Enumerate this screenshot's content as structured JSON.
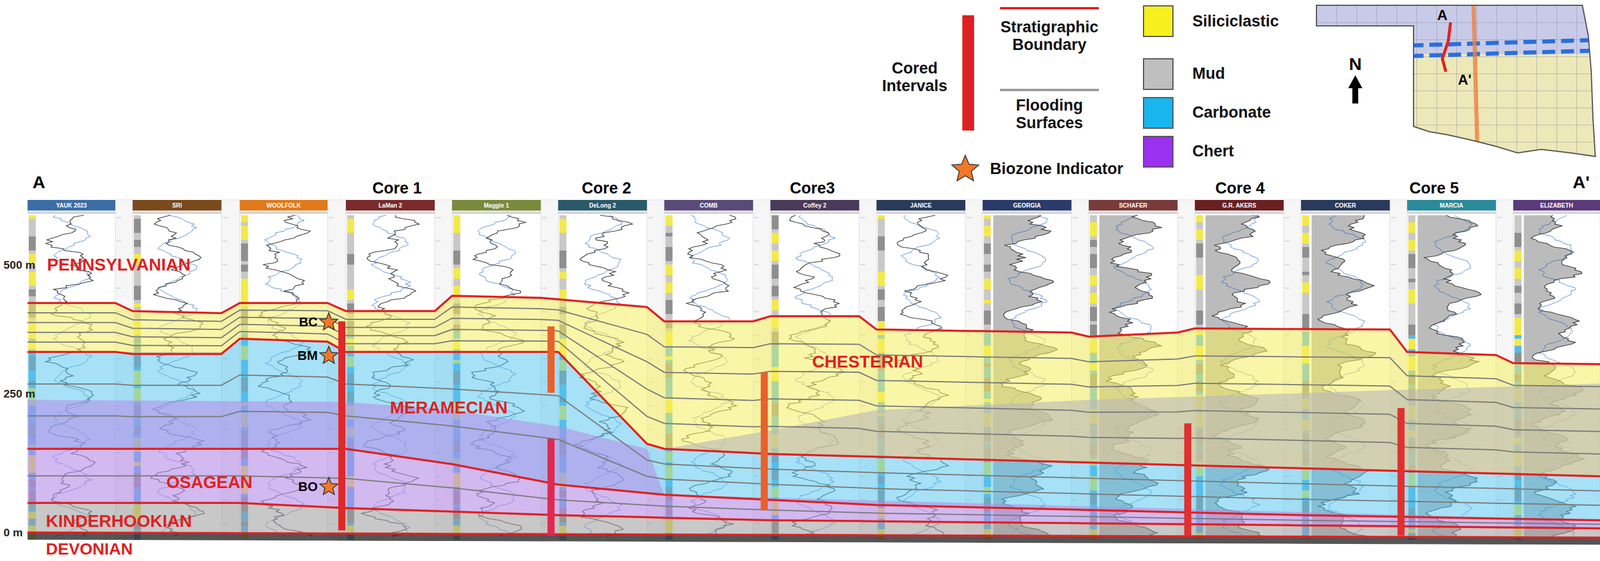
{
  "diagram": {
    "labels": [
      "A",
      "Core 1",
      "Core 2",
      "Core3",
      "Core 4",
      "Core 5",
      "A'",
      "500 m",
      "PENNSYLVANIAN",
      "CHESTERIAN",
      "MERAMECIAN",
      "250 m",
      "OSAGEAN",
      "KINDERHOOKIAN",
      "0 m",
      "DEVONIAN",
      "BC",
      "BM",
      "BO",
      "N",
      "A",
      "A'",
      "YAUK 2023",
      "SRI",
      "WOOLFOLK",
      "LaMan 2",
      "Maggie 1",
      "DeLong 2",
      "COMB",
      "Coffey 2",
      "JANICE",
      "GEORGIA",
      "SCHAFER",
      "G.R. AKERS",
      "COKER",
      "MARCIA",
      "ELIZABETH"
    ],
    "legend": [
      {
        "text": "Cored Intervals"
      },
      {
        "text": "Stratigraphic Boundary"
      },
      {
        "text": "Flooding Surfaces"
      },
      {
        "text": "Biozone Indicator"
      },
      {
        "text": "Siliciclastic",
        "color": "#f7f01e"
      },
      {
        "text": "Mud",
        "color": "#bfbfbf"
      },
      {
        "text": "Carbonate",
        "color": "#19b5ee"
      },
      {
        "text": "Chert",
        "color": "#9b30f0"
      }
    ]
  }
}
